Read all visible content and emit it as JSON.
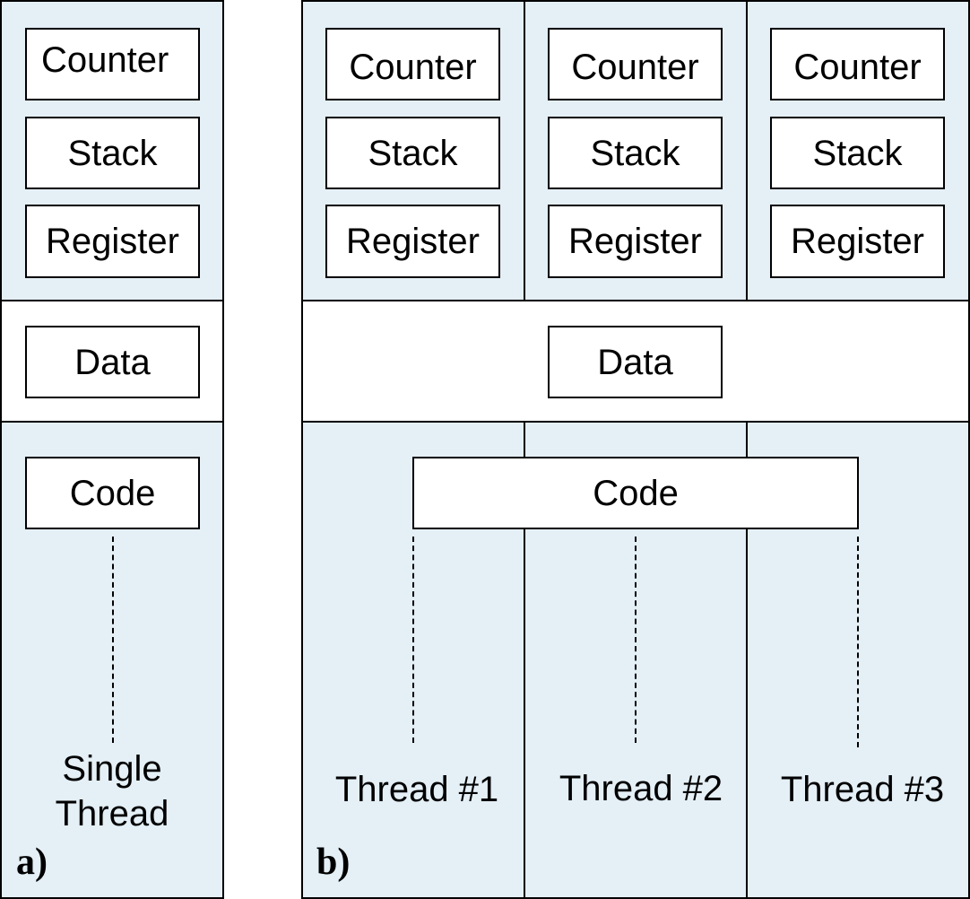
{
  "colors": {
    "panel_fill": "#e4eff6",
    "box_fill": "#ffffff",
    "stroke": "#000000"
  },
  "left": {
    "tag": "a)",
    "counter": "Counter",
    "stack": "Stack",
    "register": "Register",
    "data": "Data",
    "code": "Code",
    "thread_line1": "Single",
    "thread_line2": "Thread"
  },
  "right": {
    "tag": "b)",
    "columns": [
      {
        "counter": "Counter",
        "stack": "Stack",
        "register": "Register",
        "thread": "Thread #1"
      },
      {
        "counter": "Counter",
        "stack": "Stack",
        "register": "Register",
        "thread": "Thread #2"
      },
      {
        "counter": "Counter",
        "stack": "Stack",
        "register": "Register",
        "thread": "Thread #3"
      }
    ],
    "data": "Data",
    "code": "Code"
  }
}
